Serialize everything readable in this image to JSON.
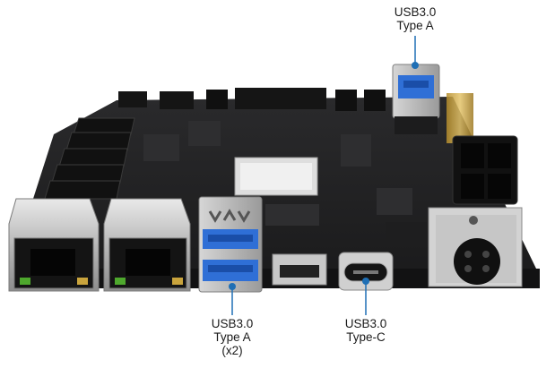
{
  "callouts": {
    "usb_top": {
      "line1": "USB3.0",
      "line2": "Type A"
    },
    "usb_bottom_left": {
      "line1": "USB3.0",
      "line2": "Type A",
      "line3": "(x2)"
    },
    "usb_type_c": {
      "line1": "USB3.0",
      "line2": "Type-C"
    }
  },
  "colors": {
    "leader_line": "#1f6fb5",
    "leader_dot": "#1f6fb5",
    "usb_blue": "#2f6fd6",
    "pcb": "#1b1b1d"
  }
}
